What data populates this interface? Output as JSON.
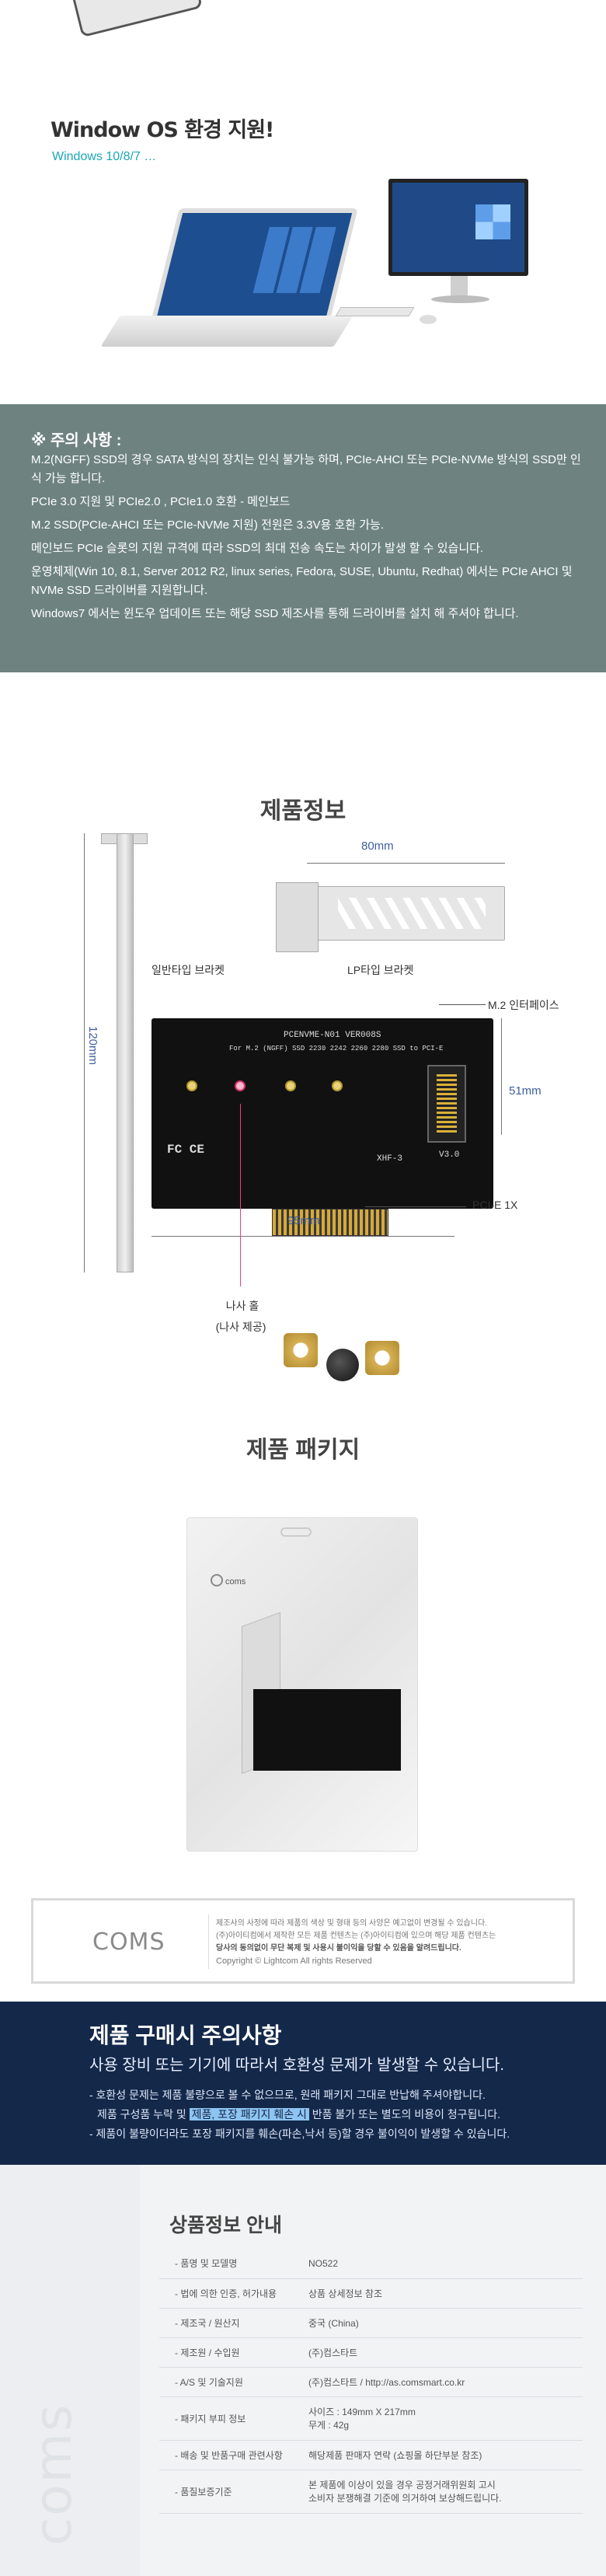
{
  "os": {
    "title": "Window OS 환경 지원!",
    "subtitle": "Windows 10/8/7 …"
  },
  "notice": {
    "title": "※ 주의 사항 :",
    "lines": [
      "M.2(NGFF) SSD의 경우 SATA 방식의 장치는 인식 불가능 하며, PCIe-AHCI 또는 PCIe-NVMe 방식의 SSD만 인식 가능 합니다.",
      "PCIe 3.0 지원 및 PCIe2.0 , PCIe1.0 호환 - 메인보드",
      "M.2 SSD(PCIe-AHCI 또는 PCIe-NVMe 지원) 전원은 3.3V용 호환 가능.",
      "메인보드 PCIe 슬롯의 지원 규격에 따라 SSD의 최대 전송 속도는 차이가 발생 할 수 있습니다.",
      "운영체제(Win 10, 8.1, Server 2012 R2, linux series, Fedora, SUSE, Ubuntu, Redhat) 에서는 PCIe AHCI 및 NVMe SSD 드라이버를 지원합니다.",
      "Windows7 에서는 윈도우 업데이트 또는 해당 SSD 제조사를 통해 드라이버를 설치 해 주셔야 합니다."
    ]
  },
  "spec": {
    "title": "제품정보",
    "dim_80": "80mm",
    "dim_120": "120mm",
    "dim_51": "51mm",
    "dim_95": "95mm",
    "label_full_bracket": "일반타입 브라켓",
    "label_lp_bracket": "LP타입 브라켓",
    "label_m2": "M.2 인터페이스",
    "label_pcie": "PCI-E 1X",
    "label_screw": "나사 홀",
    "label_screw_sub": "(나사 제공)",
    "pcb_model": "PCENVME-N01 VER008S",
    "pcb_line2": "For M.2 (NGFF) SSD 2230 2242 2260 2280 SSD to PCI-E",
    "pcb_ver": "V3.0",
    "pcb_xhf": "XHF-3",
    "pcb_cert": "FC CE"
  },
  "package": {
    "title": "제품 패키지",
    "bag_logo": "coms"
  },
  "brand": {
    "name": "COMS",
    "lines": [
      "제조사의 사정에 따라 제품의 색상 및 형태 등의 사양은 예고없이 변경될 수 있습니다.",
      "(주)아이티컴에서 제작한 모든 제품 컨텐츠는 (주)아이티컴에 있으며 해당 제품 컨텐츠는",
      "당사의 동의없이 무단 복제 및 사용시 불이익을 당할 수 있음을 알려드립니다.",
      "Copyright © Lightcom All rights Reserved"
    ]
  },
  "warning": {
    "title": "제품 구매시 주의사항",
    "lead": "사용 장비 또는 기기에 따라서 호환성 문제가 발생할 수 있습니다.",
    "line1": "- 호환성 문제는 제품 불량으로 볼 수 없으므로, 원래 패키지 그대로 반납해 주셔야합니다.",
    "line2_pre": "제품 구성품 누락 및 ",
    "line2_hl": "제품, 포장 패키지 훼손 시",
    "line2_post": " 반품 불가 또는 별도의 비용이 청구됩니다.",
    "line3": "- 제품이 불량이더라도 포장 패키지를 훼손(파손,낙서 등)할 경우 불이익이 발생할 수 있습니다."
  },
  "info": {
    "side_logo": "coms",
    "title": "상품정보 안내",
    "rows": [
      {
        "k": "- 품명 및 모델명",
        "v": "NO522"
      },
      {
        "k": "- 법에 의한 인증, 허가내용",
        "v": "상품 상세정보 참조"
      },
      {
        "k": "- 제조국 / 원산지",
        "v": "중국 (China)"
      },
      {
        "k": "- 제조원 / 수입원",
        "v": "(주)컴스타트"
      },
      {
        "k": "- A/S 및 기술지원",
        "v": "(주)컴스타트 / http://as.comsmart.co.kr"
      },
      {
        "k": "- 패키지 부피 정보",
        "v": "사이즈 : 149mm X 217mm",
        "v2": "무게 : 42g"
      },
      {
        "k": "- 배송 및 반품구매 관련사항",
        "v": "해당제품 판매자 연락 (쇼핑몰 하단부분 참조)"
      },
      {
        "k": "- 품질보증기준",
        "v": "본 제품에 이상이 있을 경우 공정거래위원회 고시",
        "v2": "소비자 분쟁해결 기준에 의거하여 보상해드립니다."
      }
    ]
  }
}
